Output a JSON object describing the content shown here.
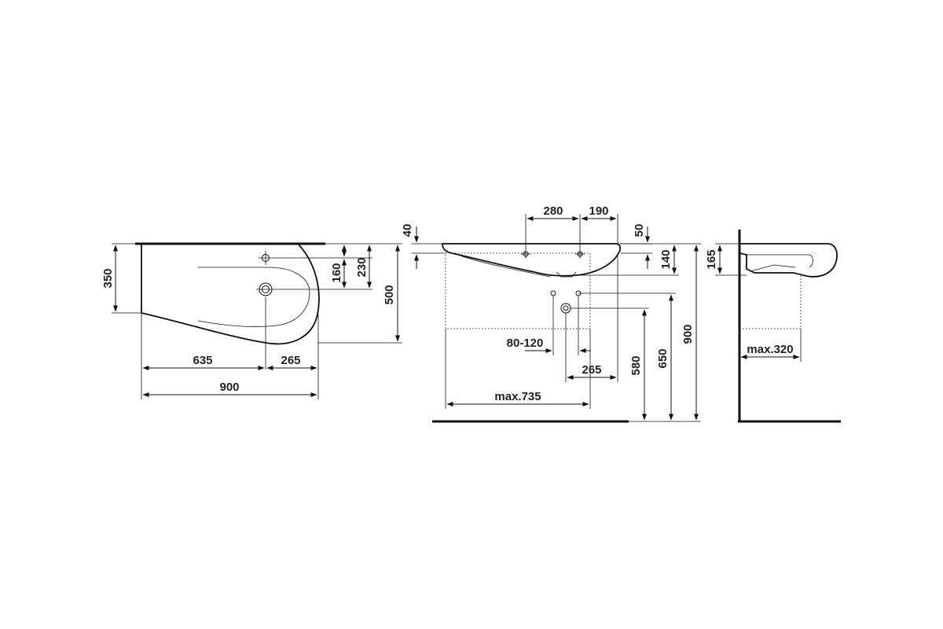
{
  "plan_view": {
    "width_350": "350",
    "tap_160": "160",
    "tap_230": "230",
    "depth_500": "500",
    "left_635": "635",
    "right_265": "265",
    "total_900": "900"
  },
  "front_view": {
    "top_40": "40",
    "span_280": "280",
    "span_190": "190",
    "rim_50": "50",
    "bowl_140": "140",
    "waste_80_120": "80-120",
    "waste_265": "265",
    "max_735": "max.735",
    "h_580": "580",
    "h_650": "650",
    "h_900": "900"
  },
  "side_view": {
    "h_165": "165",
    "max_320": "max.320"
  }
}
